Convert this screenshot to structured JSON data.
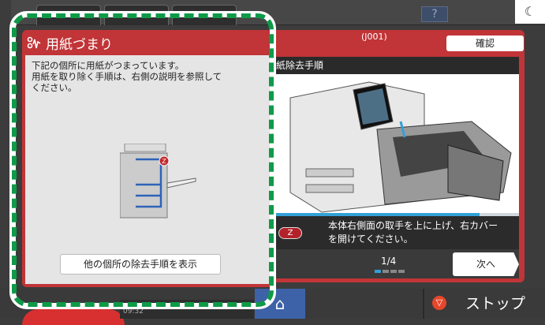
{
  "header": {
    "help_label": "?",
    "moon_icon": "moon-icon"
  },
  "jam_panel": {
    "title": "用紙づまり",
    "icon": "paper-jam-icon",
    "message_lines": [
      "下記の個所に用紙がつまっています。",
      "用紙を取り除く手順は、右側の説明を参照して",
      "ください。"
    ],
    "jam_marker": "Z",
    "other_button": "他の個所の除去手順を表示"
  },
  "guide_panel": {
    "code": "(J001)",
    "confirm_button": "確認",
    "section_title": "紙除去手順",
    "progress_percent": 84,
    "step_badge": "Z",
    "instruction_lines": [
      "本体右側面の取手を上に上げ、右カバー",
      "を開けてください。"
    ],
    "page_indicator": "1/4",
    "current_page": 1,
    "total_pages": 4,
    "next_button": "次へ"
  },
  "bottom": {
    "time": "09:32",
    "home_icon": "home-icon",
    "stop_label": "ストップ"
  },
  "colors": {
    "panel_red": "#c13437",
    "highlight_green": "#0e9a48",
    "accent_blue": "#33a0d8",
    "home_blue": "#3d62a8"
  }
}
